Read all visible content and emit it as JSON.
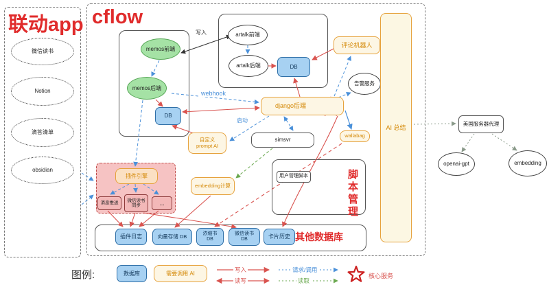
{
  "titles": {
    "sidebar": "联动app",
    "main": "cflow",
    "legend": "图例:"
  },
  "sidebar": {
    "items": [
      "微信读书",
      "Notion",
      "滴答清单",
      "obsidian"
    ]
  },
  "nodes": {
    "memos_frontend": "memos前端",
    "memos_backend": "memos后端",
    "memos_db": "DB",
    "artalk_frontend": "artalk前端",
    "artalk_backend": "artalk后端",
    "artalk_db": "DB",
    "django_backend": "django后端",
    "comment_bot": "评论机器人",
    "alert_service": "告警服务",
    "wallabag": "wallabag",
    "simsvr": "simsvr",
    "custom_prompt_ai": "自定义 prompt AI",
    "user_script": "用户管理脚本",
    "script_mgmt": "脚本管理",
    "plugin_engine": "插件引擎",
    "msg_push": "消息推送",
    "wx_sync": "微信读书同步",
    "more_plugins": "...",
    "embedding_calc": "embedding计算",
    "plugin_log": "插件日志",
    "vector_db": "向量存储 DB",
    "condensed_db": "浓缩书 DB",
    "wx_read_db": "微信读书 DB",
    "card_history": "卡片历史",
    "other_db": "其他数据库",
    "ai_bar": "AI 总结",
    "us_proxy": "美国服务器代理",
    "openai_gpt": "openai-gpt",
    "embedding": "embedding"
  },
  "edge_labels": {
    "write": "写入",
    "webhook": "webhook",
    "start": "启动"
  },
  "legend": {
    "database": "数据库",
    "need_ai": "需要调用 AI",
    "write": "写入",
    "read_write": "读写",
    "request_call": "请求/调用",
    "read": "读取",
    "core_service": "核心服务"
  },
  "colors": {
    "accent_red": "#e02b2b",
    "node_orange": "#e6a23c",
    "db_blue": "#a7d1f2",
    "memo_green": "#a5e2a5",
    "arrow_red": "#d9534f",
    "arrow_blue": "#4a90d9",
    "arrow_green": "#6aa84f"
  }
}
